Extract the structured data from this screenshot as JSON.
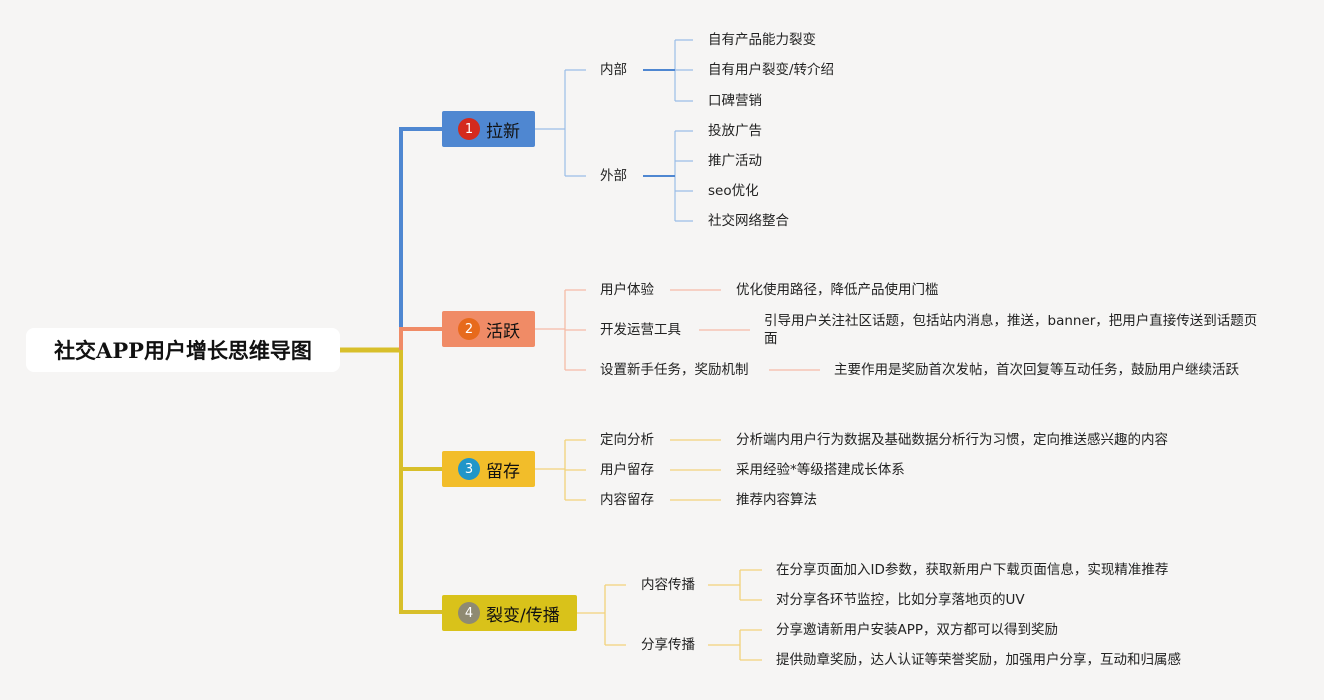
{
  "root": {
    "title": "社交APP用户增长思维导图"
  },
  "branches": [
    {
      "number": "1",
      "title": "拉新",
      "color": "#4f87d1",
      "badge": "#d42a1e",
      "groups": [
        {
          "label": "内部",
          "leaves": [
            "自有产品能力裂变",
            "自有用户裂变/转介绍",
            "口碑营销"
          ]
        },
        {
          "label": "外部",
          "leaves": [
            "投放广告",
            "推广活动",
            "seo优化",
            "社交网络整合"
          ]
        }
      ]
    },
    {
      "number": "2",
      "title": "活跃",
      "color": "#f08b66",
      "badge": "#e76a1c",
      "groups": [
        {
          "label": "用户体验",
          "leaves": [
            "优化使用路径，降低产品使用门槛"
          ]
        },
        {
          "label": "开发运营工具",
          "leaves": [
            "引导用户关注社区话题，包括站内消息，推送，banner，把用户直接传送到话题页面"
          ]
        },
        {
          "label": "设置新手任务，奖励机制",
          "leaves": [
            "主要作用是奖励首次发帖，首次回复等互动任务，鼓励用户继续活跃"
          ]
        }
      ]
    },
    {
      "number": "3",
      "title": "留存",
      "color": "#f2bd2a",
      "badge": "#2196c9",
      "groups": [
        {
          "label": "定向分析",
          "leaves": [
            "分析端内用户行为数据及基础数据分析行为习惯，定向推送感兴趣的内容"
          ]
        },
        {
          "label": "用户留存",
          "leaves": [
            "采用经验*等级搭建成长体系"
          ]
        },
        {
          "label": "内容留存",
          "leaves": [
            "推荐内容算法"
          ]
        }
      ]
    },
    {
      "number": "4",
      "title": "裂变/传播",
      "color": "#d9c21a",
      "badge": "#8f8a72",
      "groups": [
        {
          "label": "内容传播",
          "leaves": [
            "在分享页面加入ID参数，获取新用户下载页面信息，实现精准推荐",
            "对分享各环节监控，比如分享落地页的UV"
          ]
        },
        {
          "label": "分享传播",
          "leaves": [
            "分享邀请新用户安装APP，双方都可以得到奖励",
            "提供勋章奖励，达人认证等荣誉奖励，加强用户分享，互动和归属感"
          ]
        }
      ]
    }
  ]
}
